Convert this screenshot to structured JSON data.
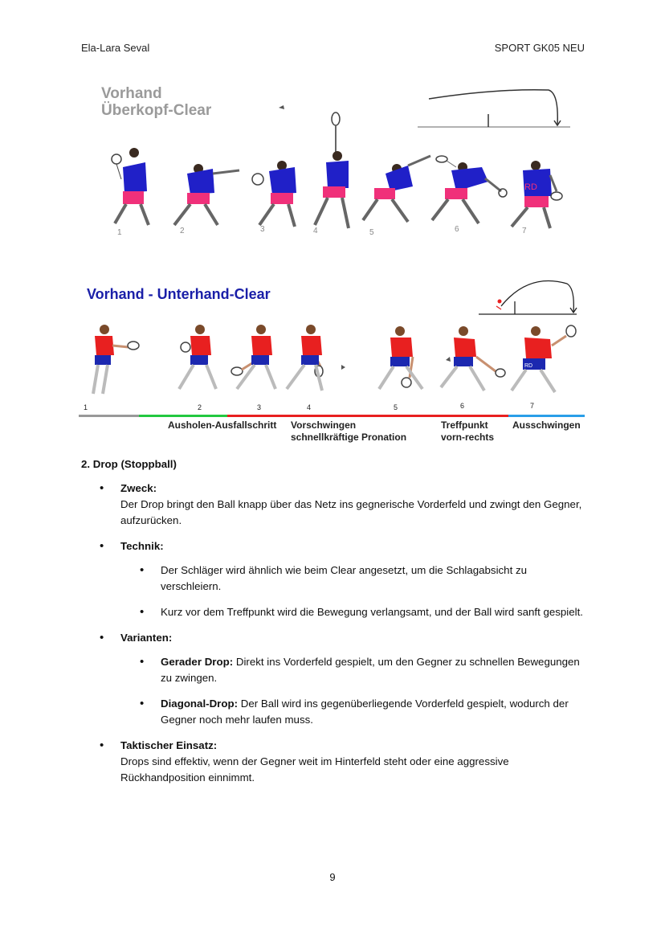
{
  "header": {
    "left": "Ela-Lara Seval",
    "right": "SPORT GK05 NEU"
  },
  "figure1": {
    "title_line1": "Vorhand",
    "title_line2": "Überkopf-Clear",
    "numbers": [
      "1",
      "2",
      "3",
      "4",
      "5",
      "6",
      "7"
    ],
    "shirt_label": "RD",
    "colors": {
      "shirt": "#2020c8",
      "shorts": "#f0307a"
    }
  },
  "figure2": {
    "title": "Vorhand - Unterhand-Clear",
    "numbers": [
      "1",
      "2",
      "3",
      "4",
      "5",
      "6",
      "7"
    ],
    "shorts_label": "RD",
    "colors": {
      "shirt": "#e82020",
      "shorts": "#1c28b0",
      "bar_gray": "#999999",
      "bar_green": "#22c840",
      "bar_red": "#e82020",
      "bar_blue": "#2a9ee8"
    },
    "phases": {
      "p1": "Ausholen-Ausfallschritt",
      "p2_line1": "Vorschwingen",
      "p2_line2": "schnellkräftige Pronation",
      "p3_line1": "Treffpunkt",
      "p3_line2": "vorn-rechts",
      "p4": "Ausschwingen"
    }
  },
  "section": {
    "title": "2. Drop (Stoppball)",
    "zweck_label": "Zweck:",
    "zweck_text": "Der Drop bringt den Ball knapp über das Netz ins gegnerische Vorderfeld und zwingt den Gegner, aufzurücken.",
    "technik_label": "Technik:",
    "technik_items": [
      "Der Schläger wird ähnlich wie beim Clear angesetzt, um die Schlagabsicht zu verschleiern.",
      "Kurz vor dem Treffpunkt wird die Bewegung verlangsamt, und der Ball wird sanft gespielt."
    ],
    "varianten_label": "Varianten:",
    "varianten_items": [
      {
        "label": "Gerader Drop:",
        "text": " Direkt ins Vorderfeld gespielt, um den Gegner zu schnellen Bewegungen zu zwingen."
      },
      {
        "label": "Diagonal-Drop:",
        "text": " Der Ball wird ins gegenüberliegende Vorderfeld gespielt, wodurch der Gegner noch mehr laufen muss."
      }
    ],
    "taktik_label": "Taktischer Einsatz:",
    "taktik_text": "Drops sind effektiv, wenn der Gegner weit im Hinterfeld steht oder eine aggressive Rückhandposition einnimmt."
  },
  "page_number": "9"
}
